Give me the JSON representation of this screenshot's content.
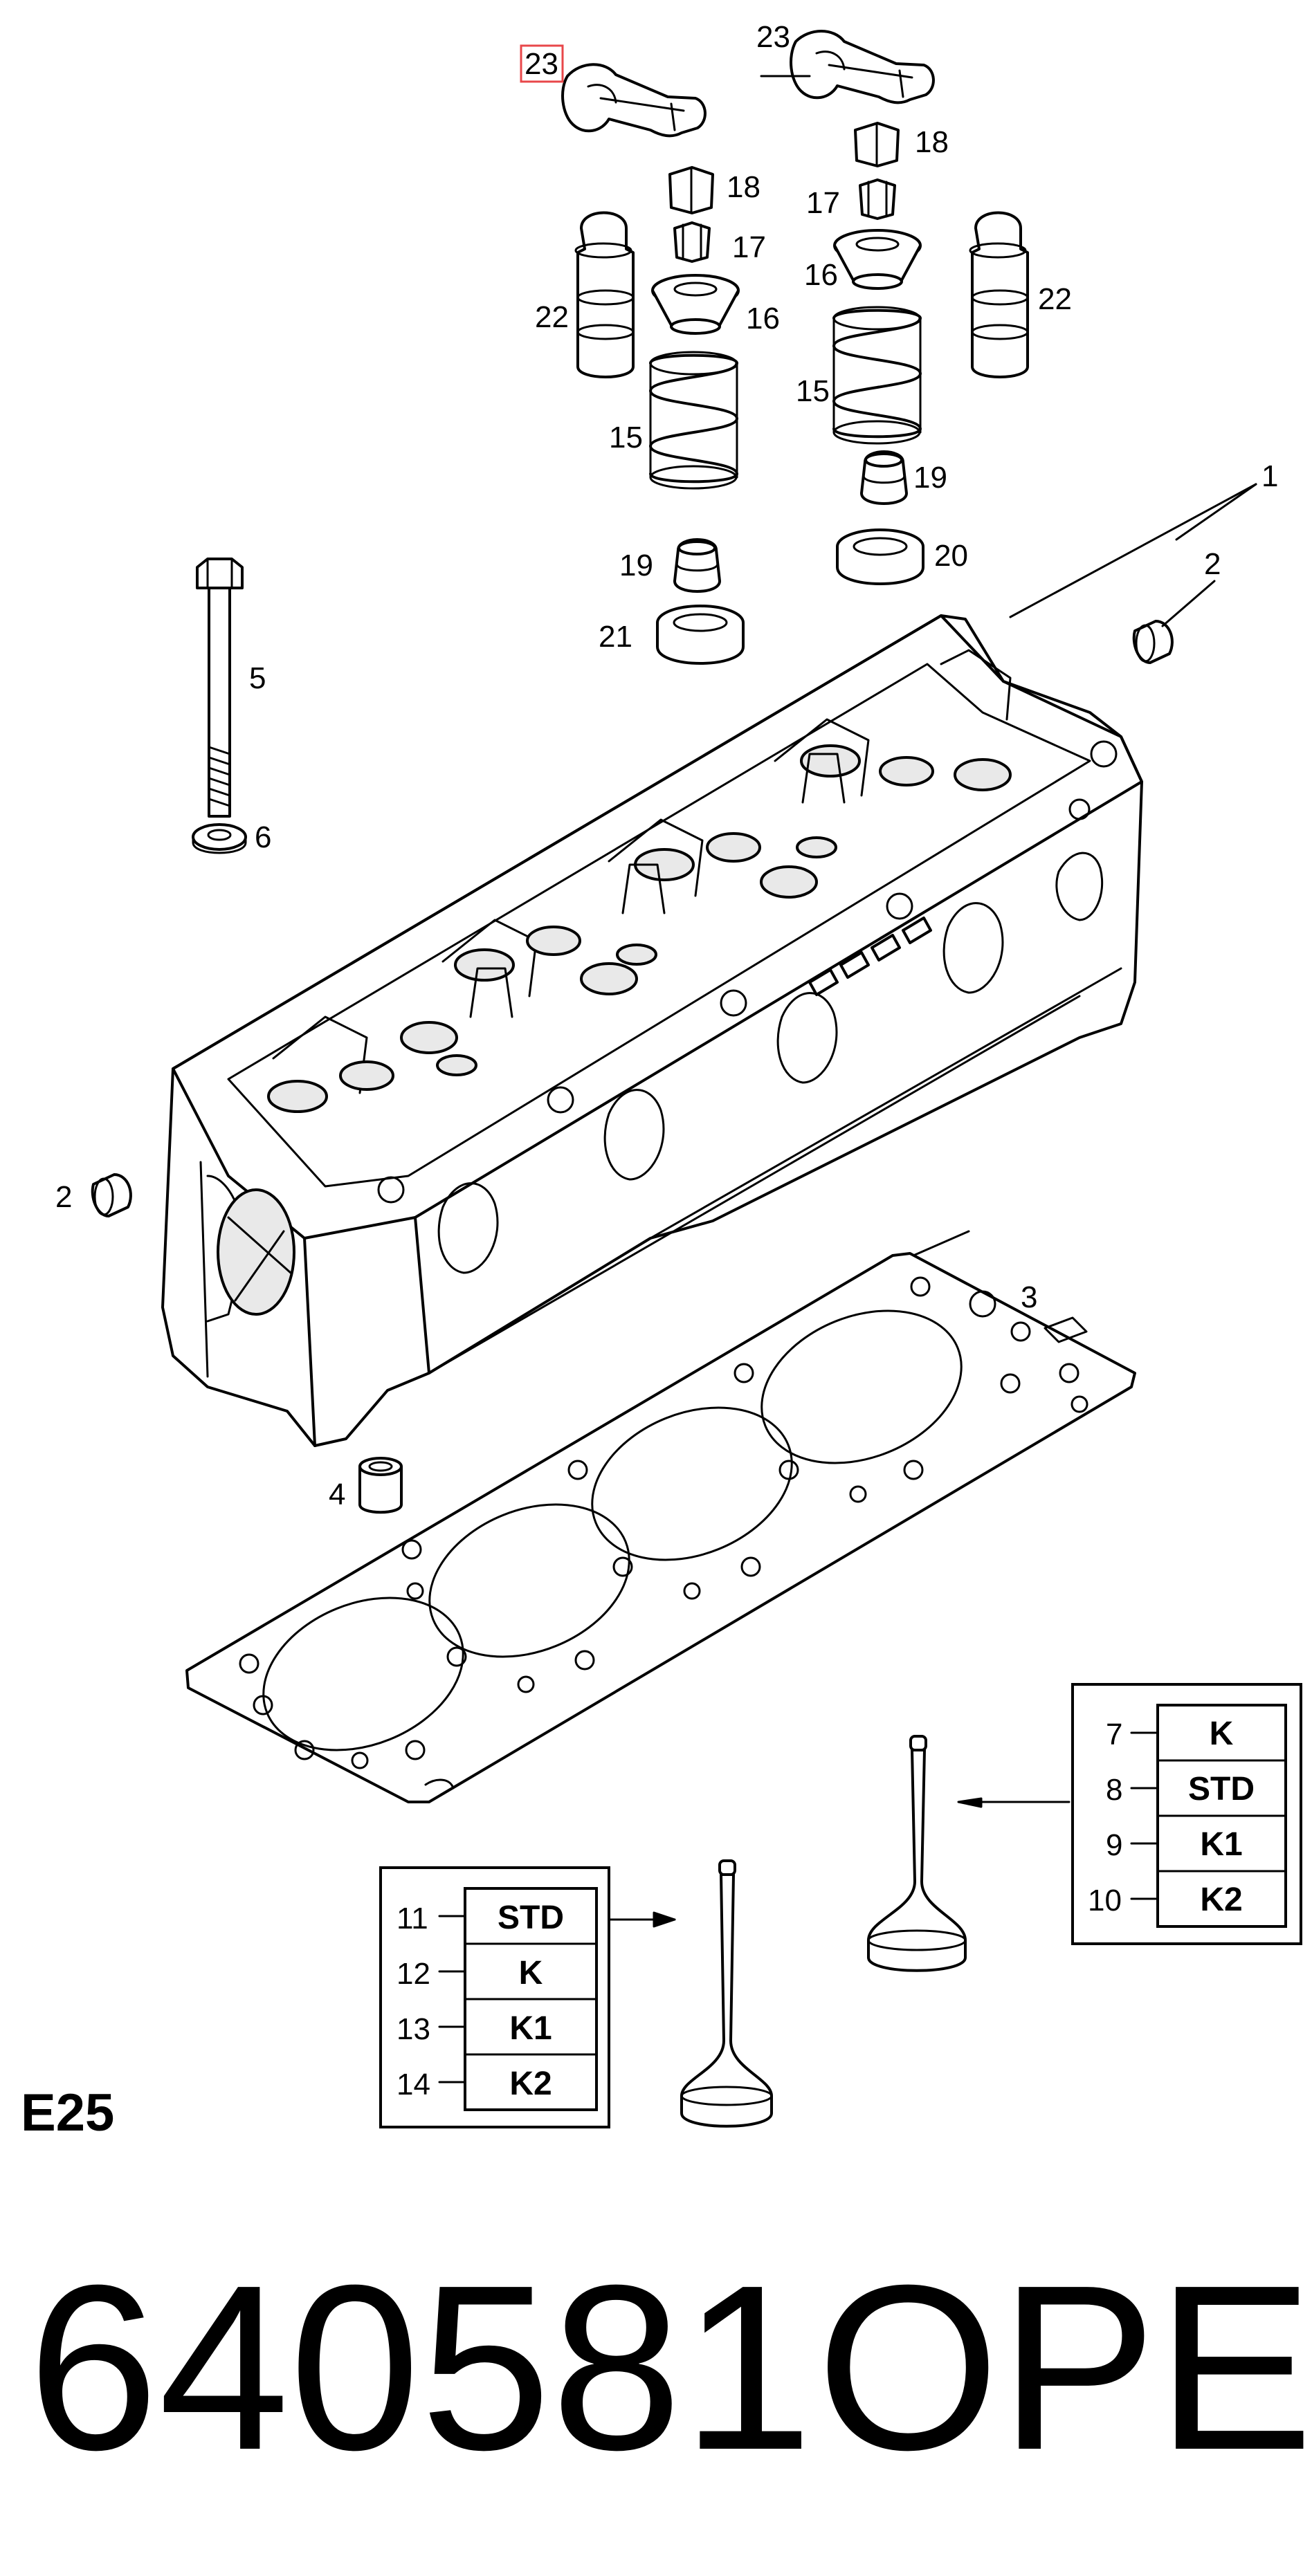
{
  "diagram": {
    "section_code": "E25",
    "footer": {
      "part_number": "640581",
      "brand": "OPEL"
    },
    "callouts": {
      "c23_selected": "23",
      "c23b": "23",
      "c18a": "18",
      "c18b": "18",
      "c17a": "17",
      "c17b": "17",
      "c16a": "16",
      "c16b": "16",
      "c22a": "22",
      "c22b": "22",
      "c15a": "15",
      "c15b": "15",
      "c19a": "19",
      "c19b": "19",
      "c20": "20",
      "c21": "21",
      "c1": "1",
      "c2a": "2",
      "c2b": "2",
      "c5": "5",
      "c6": "6",
      "c3": "3",
      "c4": "4"
    },
    "valve_table_right": [
      {
        "num": "7",
        "code": "K"
      },
      {
        "num": "8",
        "code": "STD"
      },
      {
        "num": "9",
        "code": "K1"
      },
      {
        "num": "10",
        "code": "K2"
      }
    ],
    "valve_table_left": [
      {
        "num": "11",
        "code": "STD"
      },
      {
        "num": "12",
        "code": "K"
      },
      {
        "num": "13",
        "code": "K1"
      },
      {
        "num": "14",
        "code": "K2"
      }
    ],
    "highlight_color": "#e8474a"
  }
}
